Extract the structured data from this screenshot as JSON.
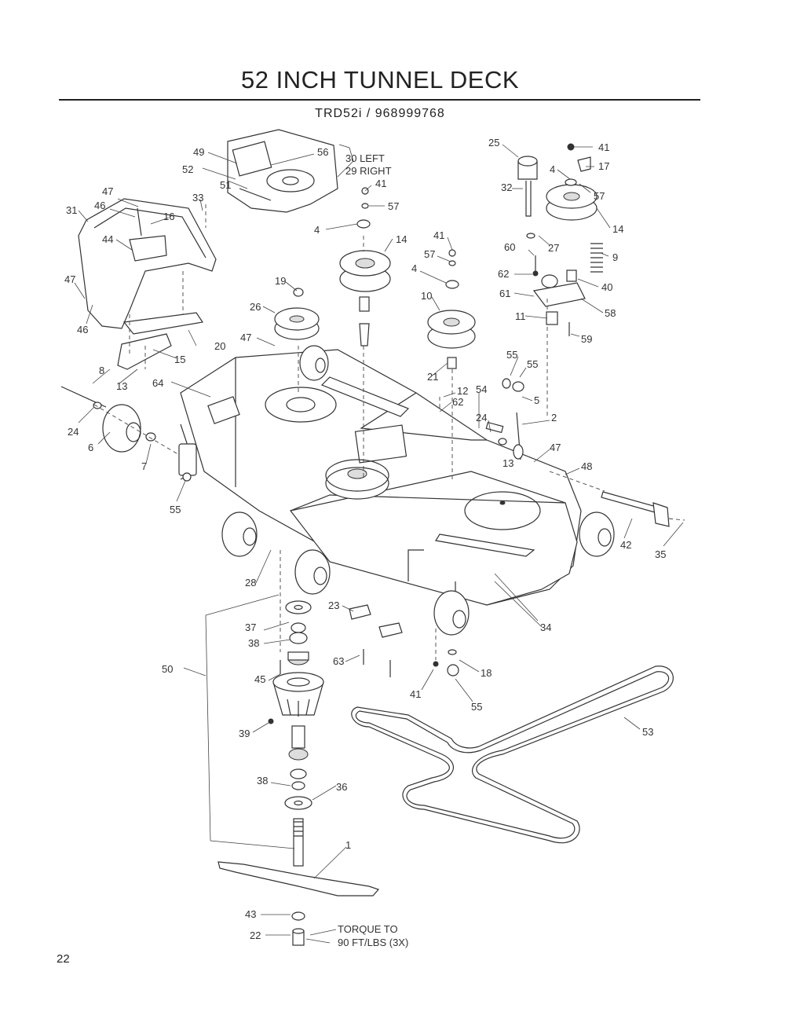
{
  "header": {
    "title": "52 INCH TUNNEL DECK",
    "subtitle": "TRD52i / 968999768"
  },
  "page_number": "22",
  "callouts": {
    "c1": "1",
    "c2": "2",
    "c4a": "4",
    "c4b": "4",
    "c4c": "4",
    "c5": "5",
    "c6": "6",
    "c7": "7",
    "c8": "8",
    "c9": "9",
    "c10": "10",
    "c11": "11",
    "c12": "12",
    "c13": "13",
    "c13b": "13",
    "c14a": "14",
    "c14b": "14",
    "c15": "15",
    "c16": "16",
    "c17": "17",
    "c18": "18",
    "c19": "19",
    "c20": "20",
    "c21": "21",
    "c22": "22",
    "c23": "23",
    "c24a": "24",
    "c24b": "24",
    "c25": "25",
    "c26": "26",
    "c27": "27",
    "c28": "28",
    "c30_29a": "30 LEFT",
    "c30_29b": "29 RIGHT",
    "c31": "31",
    "c32": "32",
    "c33": "33",
    "c34": "34",
    "c35": "35",
    "c36": "36",
    "c37": "37",
    "c38a": "38",
    "c38b": "38",
    "c39": "39",
    "c40": "40",
    "c41a": "41",
    "c41b": "41",
    "c41c": "41",
    "c41d": "41",
    "c42": "42",
    "c43": "43",
    "c44": "44",
    "c45": "45",
    "c46a": "46",
    "c46b": "46",
    "c47a": "47",
    "c47b": "47",
    "c47c": "47",
    "c47d": "47",
    "c48": "48",
    "c49": "49",
    "c50": "50",
    "c51": "51",
    "c52": "52",
    "c53": "53",
    "c54": "54",
    "c55a": "55",
    "c55b": "55",
    "c55c": "55",
    "c55d": "55",
    "c56": "56",
    "c57a": "57",
    "c57b": "57",
    "c57c": "57",
    "c58": "58",
    "c59": "59",
    "c60": "60",
    "c61": "61",
    "c62a": "62",
    "c62b": "62",
    "c63": "63",
    "c64": "64"
  },
  "torque_note": {
    "line1": "TORQUE TO",
    "line2": "90 FT/LBS (3X)"
  }
}
